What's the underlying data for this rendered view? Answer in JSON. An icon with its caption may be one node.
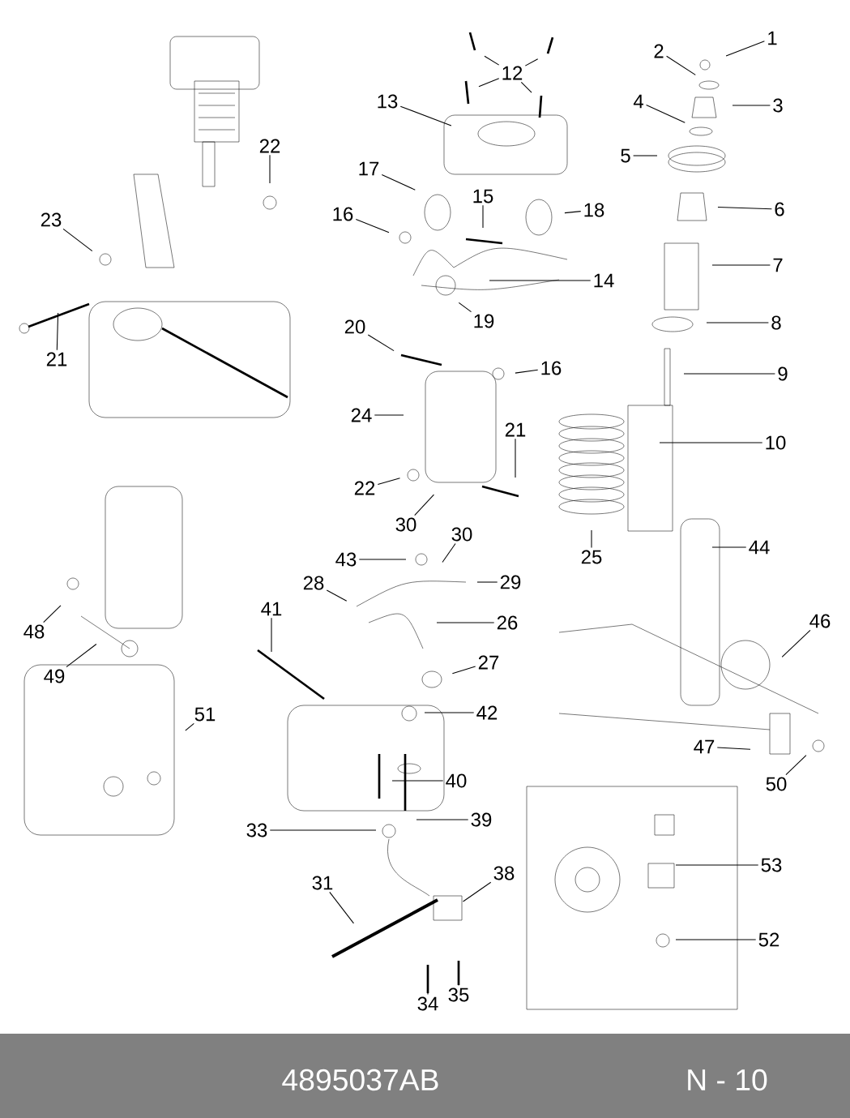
{
  "diagram": {
    "nodes": [
      {
        "text": [
          "1"
        ]
      },
      {
        "text": [
          "2"
        ]
      },
      {
        "text": [
          "3"
        ]
      },
      {
        "text": [
          "4"
        ]
      },
      {
        "text": [
          "5"
        ]
      },
      {
        "text": [
          "6"
        ]
      },
      {
        "text": [
          "7"
        ]
      },
      {
        "text": [
          "8"
        ]
      },
      {
        "text": [
          "9"
        ]
      },
      {
        "text": [
          "10"
        ]
      },
      {
        "text": [
          "12"
        ]
      },
      {
        "text": [
          "13"
        ]
      },
      {
        "text": [
          "22"
        ]
      },
      {
        "text": [
          "23"
        ]
      },
      {
        "text": [
          "21"
        ]
      },
      {
        "text": [
          "17"
        ]
      },
      {
        "text": [
          "15"
        ]
      },
      {
        "text": [
          "18"
        ]
      },
      {
        "text": [
          "16"
        ]
      },
      {
        "text": [
          "14"
        ]
      },
      {
        "text": [
          "19"
        ]
      },
      {
        "text": [
          "20"
        ]
      },
      {
        "text": [
          "16"
        ]
      },
      {
        "text": [
          "24"
        ]
      },
      {
        "text": [
          "21"
        ]
      },
      {
        "text": [
          "22"
        ]
      },
      {
        "text": [
          "30"
        ]
      },
      {
        "text": [
          "25"
        ]
      },
      {
        "text": [
          "43"
        ]
      },
      {
        "text": [
          "30"
        ]
      },
      {
        "text": [
          "44"
        ]
      },
      {
        "text": [
          "28"
        ]
      },
      {
        "text": [
          "29"
        ]
      },
      {
        "text": [
          "41"
        ]
      },
      {
        "text": [
          "26"
        ]
      },
      {
        "text": [
          "46"
        ]
      },
      {
        "text": [
          "48"
        ]
      },
      {
        "text": [
          "27"
        ]
      },
      {
        "text": [
          "49"
        ]
      },
      {
        "text": [
          "42"
        ]
      },
      {
        "text": [
          "51"
        ]
      },
      {
        "text": [
          "47"
        ]
      },
      {
        "text": [
          "50"
        ]
      },
      {
        "text": [
          "40"
        ]
      },
      {
        "text": [
          "39"
        ]
      },
      {
        "text": [
          "33"
        ]
      },
      {
        "text": [
          "53"
        ]
      },
      {
        "text": [
          "38"
        ]
      },
      {
        "text": [
          "31"
        ]
      },
      {
        "text": [
          "52"
        ]
      },
      {
        "text": [
          "34"
        ]
      },
      {
        "text": [
          "35"
        ]
      }
    ],
    "edges": [
      {
        "from": 0,
        "to": null,
        "arrow": "none"
      },
      {
        "from": 1,
        "to": null,
        "arrow": "none"
      },
      {
        "from": 2,
        "to": null,
        "arrow": "none"
      },
      {
        "from": 3,
        "to": null,
        "arrow": "none"
      },
      {
        "from": 4,
        "to": null,
        "arrow": "none"
      },
      {
        "from": 5,
        "to": null,
        "arrow": "none"
      },
      {
        "from": 6,
        "to": null,
        "arrow": "none"
      },
      {
        "from": 7,
        "to": null,
        "arrow": "none"
      },
      {
        "from": 8,
        "to": null,
        "arrow": "none"
      },
      {
        "from": 9,
        "to": null,
        "arrow": "none"
      },
      {
        "from": 10,
        "to": null,
        "arrow": "none"
      },
      {
        "from": 10,
        "to": null,
        "arrow": "none"
      },
      {
        "from": 10,
        "to": null,
        "arrow": "none"
      },
      {
        "from": 10,
        "to": null,
        "arrow": "none"
      },
      {
        "from": 11,
        "to": null,
        "arrow": "none"
      },
      {
        "from": 12,
        "to": null,
        "arrow": "none"
      },
      {
        "from": 13,
        "to": null,
        "arrow": "none"
      },
      {
        "from": 14,
        "to": null,
        "arrow": "none"
      },
      {
        "from": 15,
        "to": null,
        "arrow": "none"
      },
      {
        "from": 16,
        "to": null,
        "arrow": "none"
      },
      {
        "from": 17,
        "to": null,
        "arrow": "none"
      },
      {
        "from": 18,
        "to": null,
        "arrow": "none"
      },
      {
        "from": 19,
        "to": null,
        "arrow": "none"
      },
      {
        "from": 20,
        "to": null,
        "arrow": "none"
      },
      {
        "from": 21,
        "to": null,
        "arrow": "none"
      },
      {
        "from": 22,
        "to": null,
        "arrow": "none"
      },
      {
        "from": 23,
        "to": null,
        "arrow": "none"
      },
      {
        "from": 24,
        "to": null,
        "arrow": "none"
      },
      {
        "from": 25,
        "to": null,
        "arrow": "none"
      },
      {
        "from": 26,
        "to": null,
        "arrow": "none"
      },
      {
        "from": 27,
        "to": null,
        "arrow": "none"
      },
      {
        "from": 28,
        "to": null,
        "arrow": "none"
      },
      {
        "from": 29,
        "to": null,
        "arrow": "none"
      },
      {
        "from": 30,
        "to": null,
        "arrow": "none"
      },
      {
        "from": 31,
        "to": null,
        "arrow": "none"
      },
      {
        "from": 32,
        "to": null,
        "arrow": "none"
      },
      {
        "from": 33,
        "to": null,
        "arrow": "none"
      },
      {
        "from": 34,
        "to": null,
        "arrow": "none"
      },
      {
        "from": 35,
        "to": null,
        "arrow": "none"
      },
      {
        "from": 36,
        "to": null,
        "arrow": "none"
      },
      {
        "from": 37,
        "to": null,
        "arrow": "none"
      },
      {
        "from": 38,
        "to": null,
        "arrow": "none"
      },
      {
        "from": 39,
        "to": null,
        "arrow": "none"
      },
      {
        "from": 40,
        "to": null,
        "arrow": "none"
      },
      {
        "from": 41,
        "to": null,
        "arrow": "none"
      },
      {
        "from": 42,
        "to": null,
        "arrow": "none"
      },
      {
        "from": 43,
        "to": null,
        "arrow": "none"
      },
      {
        "from": 44,
        "to": null,
        "arrow": "none"
      },
      {
        "from": 45,
        "to": null,
        "arrow": "none"
      },
      {
        "from": 46,
        "to": null,
        "arrow": "none"
      },
      {
        "from": 47,
        "to": null,
        "arrow": "none"
      },
      {
        "from": 48,
        "to": null,
        "arrow": "none"
      },
      {
        "from": 49,
        "to": null,
        "arrow": "none"
      },
      {
        "from": 50,
        "to": null,
        "arrow": "none"
      },
      {
        "from": 51,
        "to": null,
        "arrow": "none"
      }
    ],
    "labels": [
      "4895037AB",
      "N - 10"
    ]
  }
}
